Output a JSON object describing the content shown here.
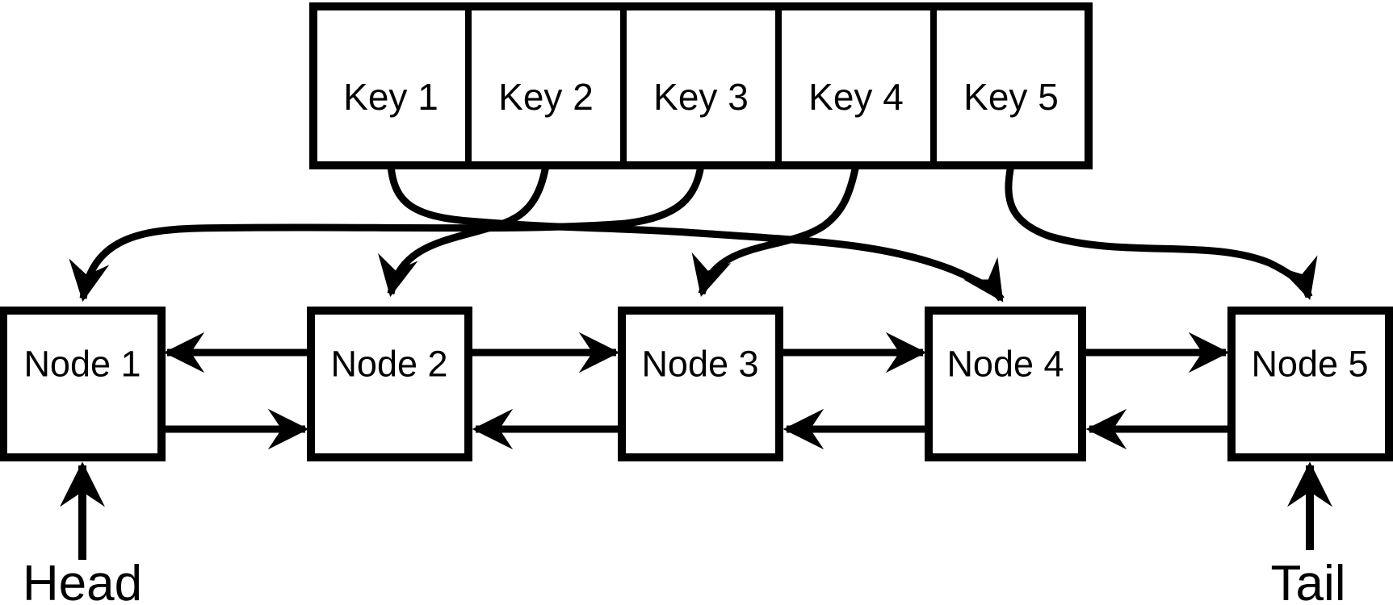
{
  "diagram": {
    "description": "Hash table keys pointing into a doubly linked list (LRU-cache style diagram)",
    "hash_table": {
      "cell_labels": [
        "Key 1",
        "Key 2",
        "Key 3",
        "Key 4",
        "Key 5"
      ]
    },
    "linked_list": {
      "node_labels": [
        "Node 1",
        "Node 2",
        "Node 3",
        "Node 4",
        "Node 5"
      ]
    },
    "pointers": {
      "head_label": "Head",
      "tail_label": "Tail"
    },
    "key_to_node_arrows": [
      {
        "from": "Key 1",
        "to": "Node 4"
      },
      {
        "from": "Key 2",
        "to": "Node 2"
      },
      {
        "from": "Key 3",
        "to": "Node 1"
      },
      {
        "from": "Key 4",
        "to": "Node 3"
      },
      {
        "from": "Key 5",
        "to": "Node 5"
      }
    ],
    "linked_list_arrows": [
      {
        "from": "Node 2",
        "to": "Node 1",
        "level": "upper"
      },
      {
        "from": "Node 2",
        "to": "Node 3",
        "level": "upper"
      },
      {
        "from": "Node 3",
        "to": "Node 4",
        "level": "upper"
      },
      {
        "from": "Node 4",
        "to": "Node 5",
        "level": "upper"
      },
      {
        "from": "Node 1",
        "to": "Node 2",
        "level": "lower"
      },
      {
        "from": "Node 3",
        "to": "Node 2",
        "level": "lower"
      },
      {
        "from": "Node 4",
        "to": "Node 3",
        "level": "lower"
      },
      {
        "from": "Node 5",
        "to": "Node 4",
        "level": "lower"
      }
    ],
    "colors": {
      "stroke": "#000000",
      "background": "#ffffff",
      "text": "#000000"
    }
  }
}
